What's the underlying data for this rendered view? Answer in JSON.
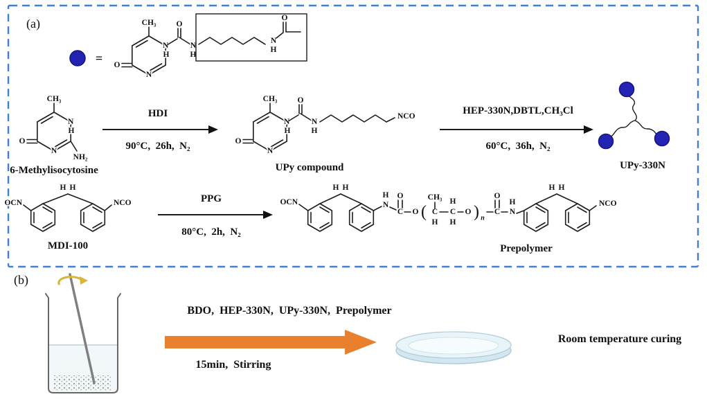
{
  "panel_a": {
    "label": "(a)",
    "legend": {
      "equals": "="
    },
    "compounds": {
      "mic": "6-Methylisocytosine",
      "upy": "UPy compound",
      "upy330n": "UPy-330N",
      "mdi": "MDI-100",
      "prepolymer": "Prepolymer"
    },
    "reactions": {
      "r1": {
        "reagent": "HDI",
        "conditions": "90°C,  26h,  N₂"
      },
      "r2": {
        "reagent": "HEP-330N,DBTL,CH₃Cl",
        "conditions": "60°C,  36h,  N₂"
      },
      "r3": {
        "reagent": "PPG",
        "conditions": "80°C,  2h,  N₂"
      }
    }
  },
  "panel_b": {
    "label": "(b)",
    "mixture": "BDO,  HEP-330N,  UPy-330N,  Prepolymer",
    "stirring": "15min,  Stirring",
    "curing": "Room temperature curing"
  },
  "atoms": {
    "ch3": "CH₃",
    "nh2": "NH₂",
    "n": "N",
    "h": "H",
    "o": "O",
    "c": "C",
    "nco": "NCO",
    "ocn": "OCN",
    "paren_open": "(",
    "paren_close": ")",
    "repeat_n": "n"
  },
  "colors": {
    "panel_border": "#3f7fd6",
    "upy_dot": "#2424b4",
    "flow_arrow": "#e8802d",
    "stir_arrow": "#d9b63a"
  }
}
